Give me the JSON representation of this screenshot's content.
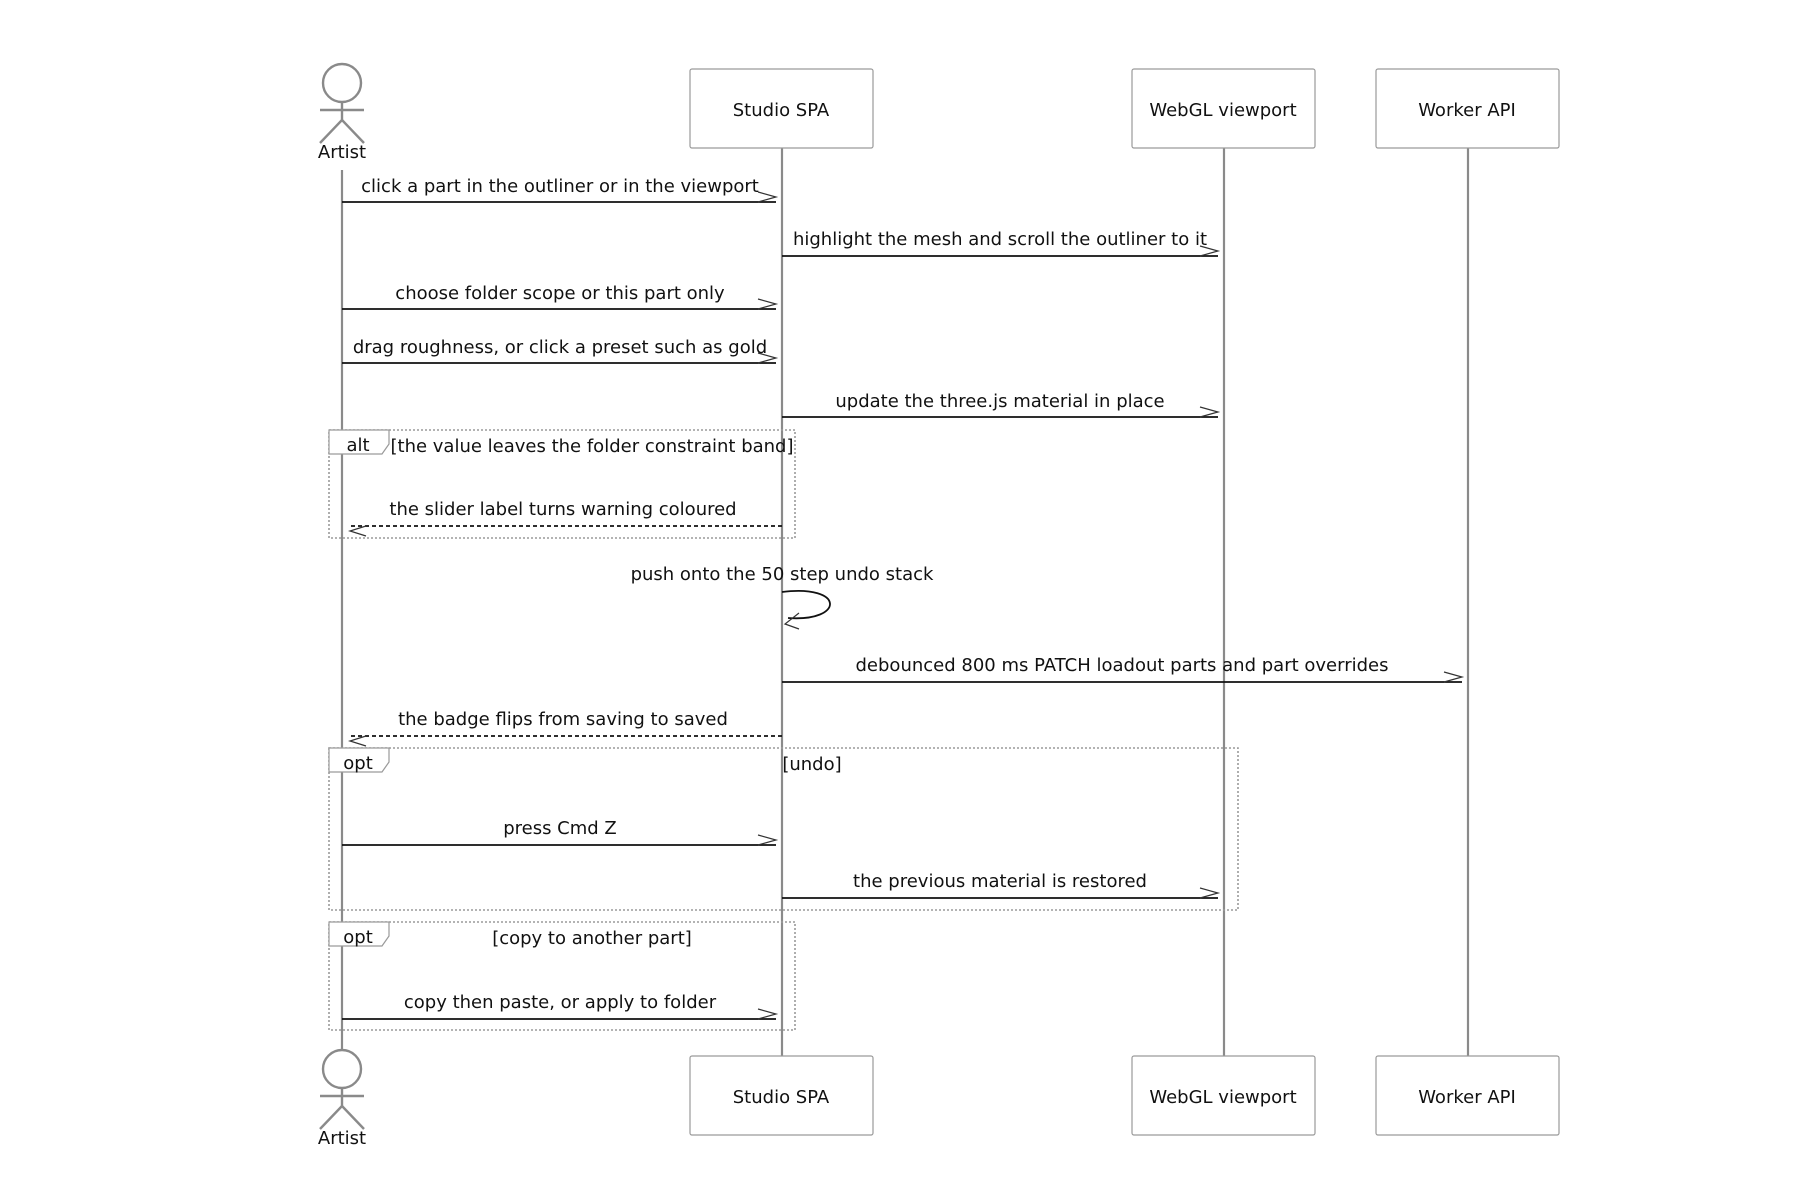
{
  "participants": {
    "artist": "Artist",
    "studio": "Studio SPA",
    "webgl": "WebGL viewport",
    "worker": "Worker API"
  },
  "messages": [
    {
      "from": "artist",
      "to": "studio",
      "text": "click a part in the outliner or in the viewport",
      "style": "solid"
    },
    {
      "from": "studio",
      "to": "webgl",
      "text": "highlight the mesh and scroll the outliner to it",
      "style": "solid"
    },
    {
      "from": "artist",
      "to": "studio",
      "text": "choose folder scope or this part only",
      "style": "solid"
    },
    {
      "from": "artist",
      "to": "studio",
      "text": "drag roughness, or click a preset such as gold",
      "style": "solid"
    },
    {
      "from": "studio",
      "to": "webgl",
      "text": "update the three.js material in place",
      "style": "solid"
    },
    {
      "from": "studio",
      "to": "artist",
      "text": "the slider label turns warning coloured",
      "style": "dotted"
    },
    {
      "from": "studio",
      "to": "studio",
      "text": "push onto the 50 step undo stack",
      "style": "self"
    },
    {
      "from": "studio",
      "to": "worker",
      "text": "debounced 800 ms PATCH loadout parts and part overrides",
      "style": "solid"
    },
    {
      "from": "studio",
      "to": "artist",
      "text": "the badge flips from saving to saved",
      "style": "dotted"
    },
    {
      "from": "artist",
      "to": "studio",
      "text": "press Cmd Z",
      "style": "solid"
    },
    {
      "from": "studio",
      "to": "webgl",
      "text": "the previous material is restored",
      "style": "solid"
    },
    {
      "from": "artist",
      "to": "studio",
      "text": "copy then paste, or apply to folder",
      "style": "solid"
    }
  ],
  "fragments": [
    {
      "kind": "alt",
      "condition": "[the value leaves the folder constraint band]"
    },
    {
      "kind": "opt",
      "condition": "[undo]"
    },
    {
      "kind": "opt",
      "condition": "[copy to another part]"
    }
  ]
}
